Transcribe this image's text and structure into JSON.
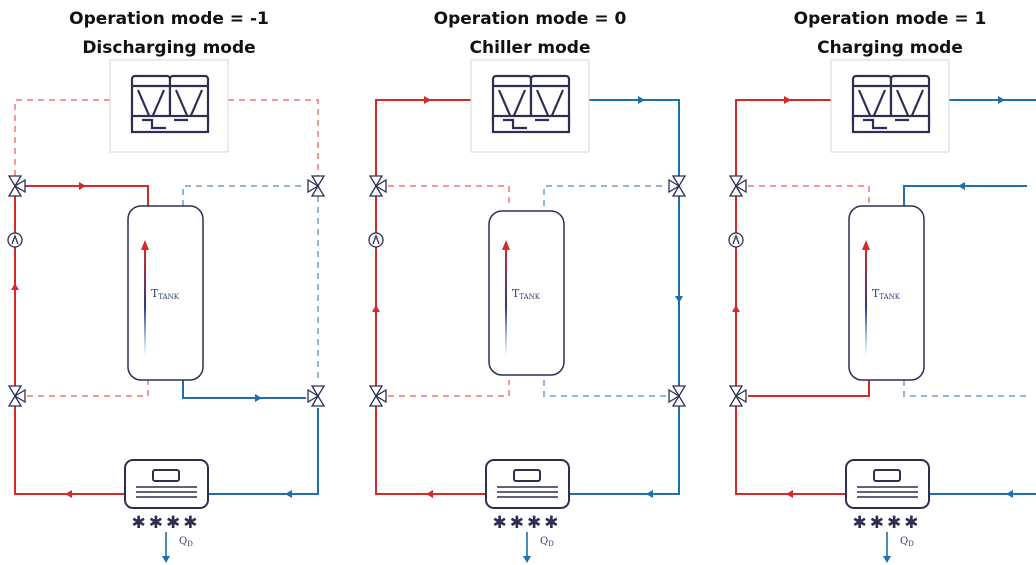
{
  "panels": [
    {
      "mode_line": "Operation mode = -1",
      "mode_name": "Discharging mode",
      "tank_label": "T",
      "tank_subscript": "TANK",
      "load_label": "Q",
      "load_subscript": "D",
      "emitter_symbol": "✱✱✱✱"
    },
    {
      "mode_line": "Operation mode = 0",
      "mode_name": "Chiller mode",
      "tank_label": "T",
      "tank_subscript": "TANK",
      "load_label": "Q",
      "load_subscript": "D",
      "emitter_symbol": "✱✱✱✱"
    },
    {
      "mode_line": "Operation mode = 1",
      "mode_name": "Charging mode",
      "tank_label": "T",
      "tank_subscript": "TANK",
      "load_label": "Q",
      "load_subscript": "D",
      "emitter_symbol": "✱✱✱✱"
    }
  ],
  "colors": {
    "supply_active": "#d42a2a",
    "return_active": "#1f6faa",
    "supply_inactive": "#f19a9a",
    "return_inactive": "#92b6d4",
    "equipment": "#2d2f52"
  },
  "icons": [
    "chiller-unit-icon",
    "pump-icon",
    "three-way-valve-icon",
    "storage-tank-icon",
    "fan-coil-unit-icon",
    "temperature-gradient-icon"
  ]
}
